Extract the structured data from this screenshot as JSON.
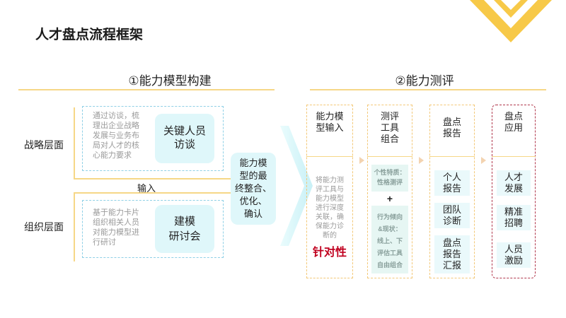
{
  "page": {
    "title": "人才盘点流程框架"
  },
  "section1": {
    "title": "①能力模型构建",
    "rows": {
      "strategy": "战略层面",
      "organization": "组织层面"
    },
    "strategy_desc": [
      "通过访谈，梳",
      "理出企业战略",
      "发展与业务布",
      "局对人才的核",
      "心能力要求"
    ],
    "interview_box": [
      "关键人员",
      "访谈"
    ],
    "org_desc": [
      "基于能力卡片",
      "组织相关人员",
      "对能力模型进",
      "行研讨"
    ],
    "workshop_box": [
      "建模",
      "研讨会"
    ],
    "input_label": "输入",
    "final_box": [
      "能力模",
      "型的最",
      "终整合、",
      "优化、",
      "确认"
    ]
  },
  "section2": {
    "title": "②能力测评",
    "col1": {
      "head": [
        "能力模",
        "型输入"
      ],
      "desc": [
        "将能力测",
        "评工具与",
        "能力模型",
        "进行深度",
        "关联，确",
        "保能力诊",
        "断的"
      ],
      "emphasis": "针对性"
    },
    "col2": {
      "head": [
        "测评",
        "工具",
        "组合"
      ],
      "trait": [
        "个性特质：",
        "性格测评"
      ],
      "plus": "+",
      "behavior": [
        "行为倾向",
        "&现状：",
        "线上、下",
        "评估工具",
        "自由组合"
      ]
    },
    "col3": {
      "head": [
        "盘点",
        "报告"
      ],
      "items": [
        [
          "个人",
          "报告"
        ],
        [
          "团队",
          "诊断"
        ],
        [
          "盘点",
          "报告",
          "汇报"
        ]
      ]
    },
    "col4": {
      "head": [
        "盘点",
        "应用"
      ],
      "items": [
        [
          "人才",
          "发展"
        ],
        [
          "精准",
          "招聘"
        ],
        [
          "人员",
          "激励"
        ]
      ]
    }
  },
  "colors": {
    "accent_yellow": "#f6d787",
    "logo_yellow": "#f7c948",
    "cyan_box": "#dff7fa",
    "dashed_blue": "#8fd0e6",
    "dashed_red": "#b1374c",
    "emphasis_red": "#c0001f"
  }
}
